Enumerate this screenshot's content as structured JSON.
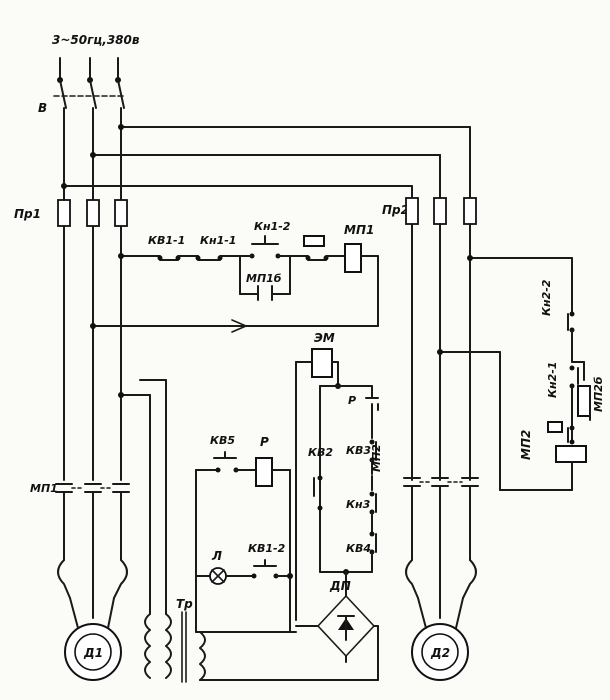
{
  "supply": {
    "label": "3~50гц,380в"
  },
  "switch_main": {
    "label": "В"
  },
  "fuses": {
    "pr1": "Пр1",
    "pr2": "Пр2"
  },
  "contacts": {
    "kv1_1": "КВ1-1",
    "kn1_1": "Кн1-1",
    "kn1_2": "Кн1-2",
    "mp1_block": "МП1б",
    "kv5": "КВ5",
    "kv1_2": "КВ1-2",
    "kn2_2": "Кн2-2",
    "kn2_1": "Кн2-1",
    "mp2_block": "МП2б",
    "kv2": "КВ2",
    "kv3": "КВ3",
    "kn3": "Кн3",
    "kv4": "КВ4",
    "r_contact": "Р"
  },
  "coils": {
    "mp1": "МП1",
    "mp2": "МП2",
    "r": "Р",
    "em": "ЭМ"
  },
  "main_contacts": {
    "mp1": "МП1",
    "mp2": "МП2"
  },
  "devices": {
    "lamp": "Л",
    "transformer": "Тр",
    "rectifier": "ДП"
  },
  "motors": {
    "d1": "Д1",
    "d2": "Д2"
  }
}
